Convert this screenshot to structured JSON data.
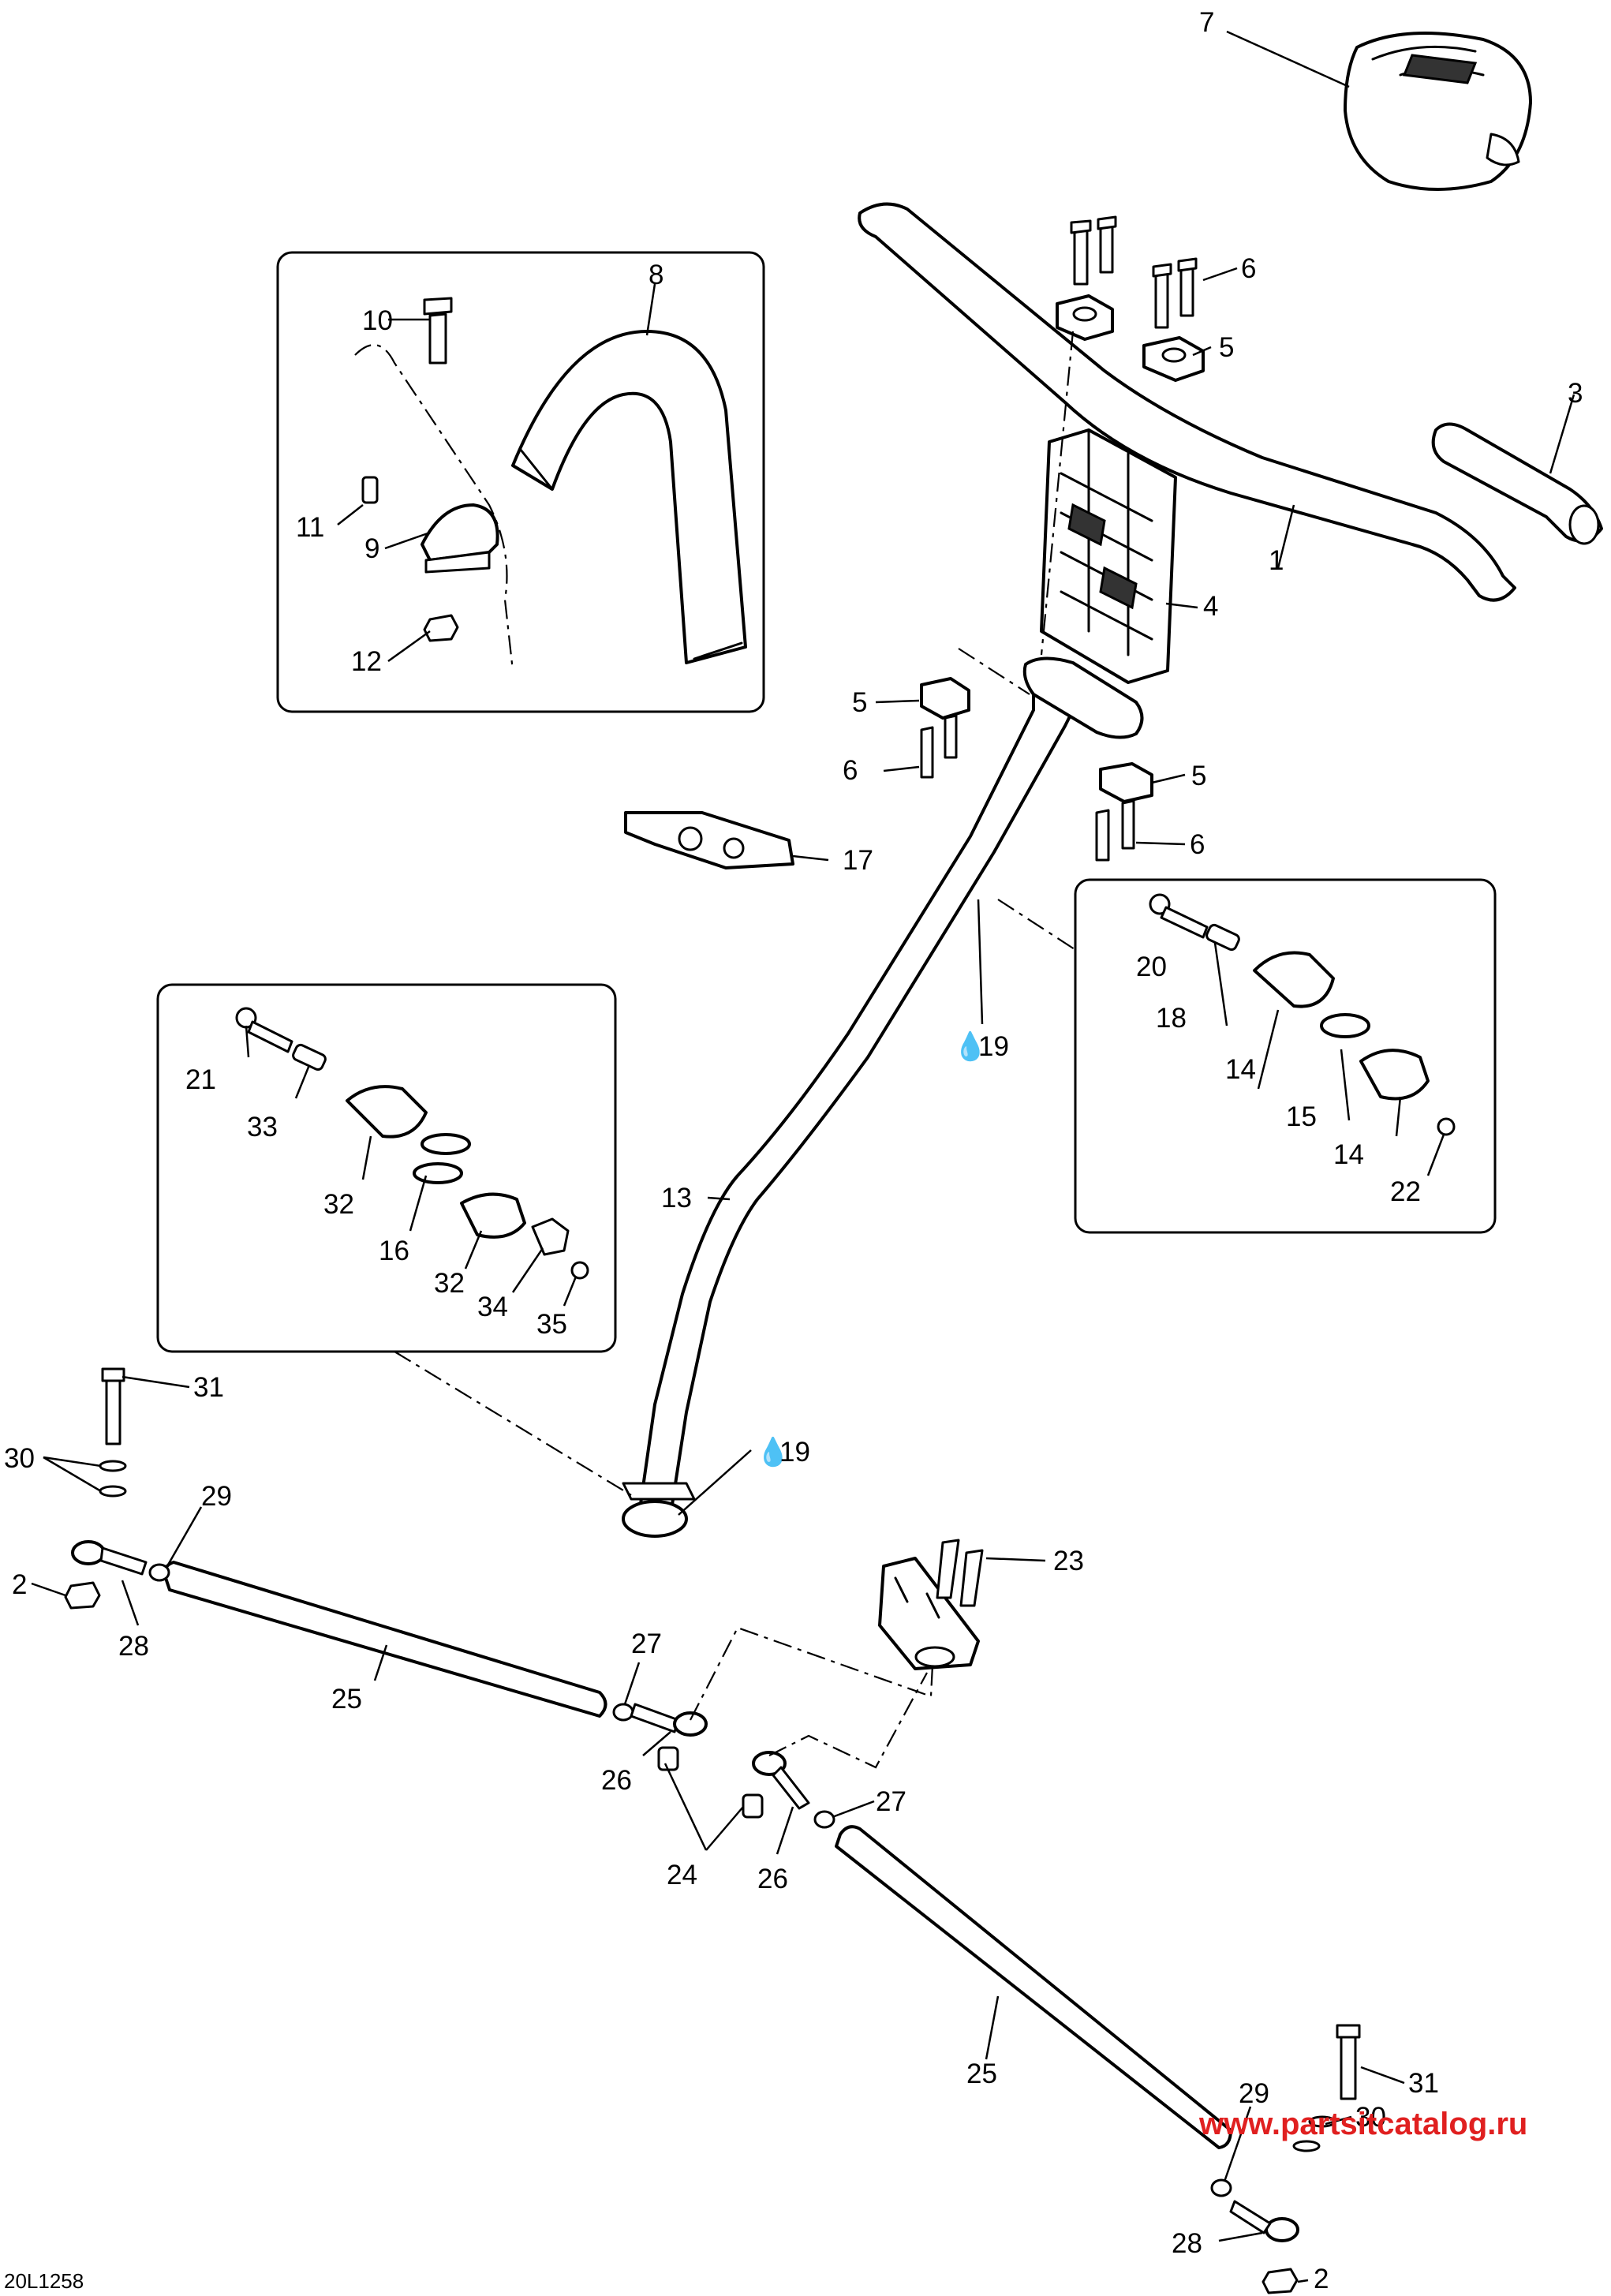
{
  "diagram_code": "20L1258",
  "watermark": "www.partsitcatalog.ru",
  "callouts": {
    "c1": "1",
    "c2a": "2",
    "c2b": "2",
    "c3": "3",
    "c4": "4",
    "c5a": "5",
    "c5b": "5",
    "c5c": "5",
    "c6a": "6",
    "c6b": "6",
    "c6c": "6",
    "c7": "7",
    "c8": "8",
    "c9": "9",
    "c10": "10",
    "c11": "11",
    "c12": "12",
    "c13": "13",
    "c14a": "14",
    "c14b": "14",
    "c15": "15",
    "c16": "16",
    "c17": "17",
    "c18": "18",
    "c19a": "19",
    "c19b": "19",
    "c20": "20",
    "c21": "21",
    "c22": "22",
    "c23": "23",
    "c24": "24",
    "c25a": "25",
    "c25b": "25",
    "c26a": "26",
    "c26b": "26",
    "c27a": "27",
    "c27b": "27",
    "c28a": "28",
    "c28b": "28",
    "c29a": "29",
    "c29b": "29",
    "c30a": "30",
    "c30b": "30",
    "c31a": "31",
    "c31b": "31",
    "c32a": "32",
    "c32b": "32",
    "c33": "33",
    "c34": "34",
    "c35": "35"
  },
  "colors": {
    "watermark": "#e02020",
    "line": "#000000",
    "background": "#ffffff"
  },
  "icons": {
    "lubricant": "oil-drop-icon"
  }
}
